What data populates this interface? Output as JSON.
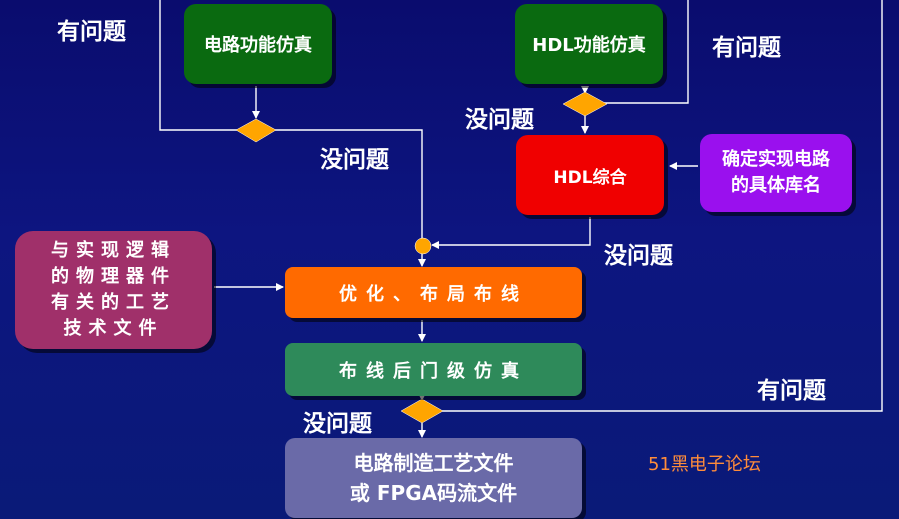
{
  "nodes": {
    "circuit_sim": "电路功能仿真",
    "hdl_sim": "HDL功能仿真",
    "hdl_synth": "HDL综合",
    "library": "确定实现电路\n的具体库名",
    "process_files": "与实现逻辑\n的物理器件\n有关的工艺\n技术文件",
    "place_route": "优化、布局布线",
    "post_route_sim": "布线后门级仿真",
    "output": "电路制造工艺文件\n或 FPGA码流文件"
  },
  "labels": {
    "problem_1": "有问题",
    "problem_2": "有问题",
    "problem_3": "有问题",
    "ok_1": "没问题",
    "ok_2": "没问题",
    "ok_3": "没问题",
    "ok_4": "没问题"
  },
  "watermark": "51黑电子论坛",
  "colors": {
    "background": "#0a0c6e",
    "wire": "#ffffff",
    "decision": "#ffa500",
    "green": "#0a6a10",
    "red": "#f00000",
    "purple": "#9a10ee",
    "plum": "#a0306a",
    "orange": "#ff6a00",
    "teal": "#2e8a5a",
    "slate": "#6a6aa8"
  }
}
